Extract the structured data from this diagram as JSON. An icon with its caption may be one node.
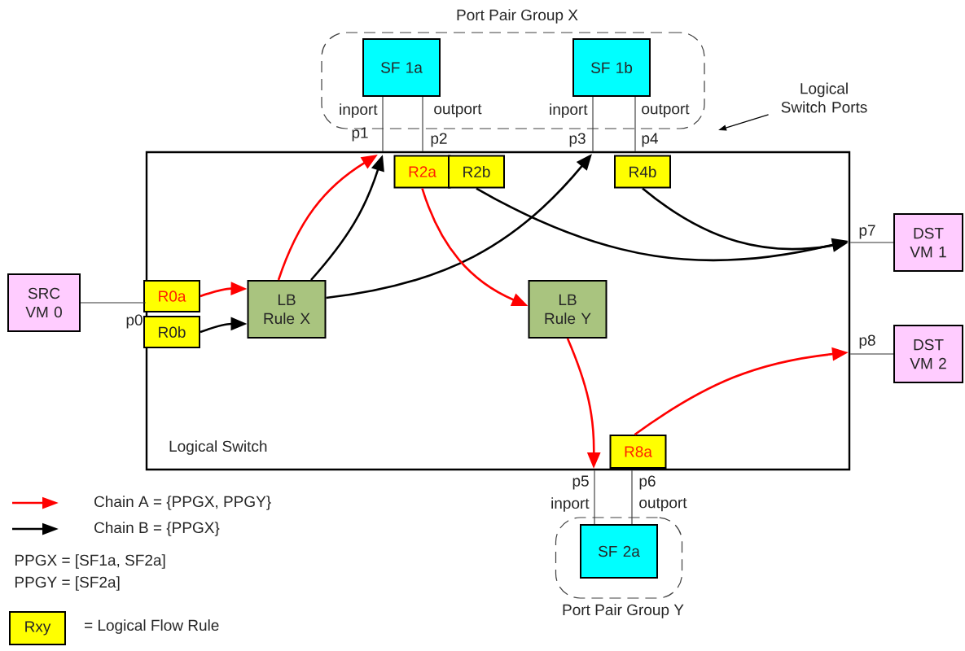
{
  "diagram": {
    "nodes": [
      {
        "text": [
          "Logical Switch"
        ]
      },
      {
        "text": [
          "Port Pair Group X"
        ]
      },
      {
        "text": [
          "SF 1a"
        ],
        "in": 1
      },
      {
        "text": [
          "SF 1b"
        ],
        "in": 1
      },
      {
        "text": [
          "Port Pair Group Y"
        ]
      },
      {
        "text": [
          "SF 2a"
        ],
        "in": 4
      },
      {
        "text": [
          "SRC VM 0"
        ]
      },
      {
        "text": [
          "DST VM 1"
        ]
      },
      {
        "text": [
          "DST VM 2"
        ]
      },
      {
        "text": [
          "R0a"
        ],
        "in": 0
      },
      {
        "text": [
          "R0b"
        ],
        "in": 0
      },
      {
        "text": [
          "LB Rule X"
        ],
        "in": 0
      },
      {
        "text": [
          "R2a"
        ],
        "in": 0
      },
      {
        "text": [
          "R2b"
        ],
        "in": 0
      },
      {
        "text": [
          "LB Rule Y"
        ],
        "in": 0
      },
      {
        "text": [
          "R4b"
        ],
        "in": 0
      },
      {
        "text": [
          "R8a"
        ],
        "in": 0
      },
      {
        "text": [
          "Logical Switch Ports"
        ]
      },
      {
        "text": [
          "Rxy"
        ],
        "beside": [
          "= Logical Flow Rule"
        ]
      }
    ],
    "edges": [
      {
        "from": 6,
        "to": 0,
        "arrow": "none"
      },
      {
        "from": 2,
        "to": 0,
        "arrow": "none"
      },
      {
        "from": 2,
        "to": 0,
        "arrow": "none"
      },
      {
        "from": 3,
        "to": 0,
        "arrow": "none"
      },
      {
        "from": 3,
        "to": 0,
        "arrow": "none"
      },
      {
        "from": 5,
        "to": 0,
        "arrow": "none"
      },
      {
        "from": 5,
        "to": 0,
        "arrow": "none"
      },
      {
        "from": 0,
        "to": 7,
        "arrow": "none"
      },
      {
        "from": 0,
        "to": 8,
        "arrow": "none"
      },
      {
        "from": 9,
        "to": 11,
        "arrow": "to",
        "color": "#ff0000"
      },
      {
        "from": 10,
        "to": 11,
        "arrow": "to"
      },
      {
        "from": 11,
        "to": null,
        "arrow": "to",
        "color": "#ff0000"
      },
      {
        "from": 11,
        "to": null,
        "arrow": "to"
      },
      {
        "from": 11,
        "to": null,
        "arrow": "to"
      },
      {
        "from": 12,
        "to": 14,
        "arrow": "to",
        "color": "#ff0000"
      },
      {
        "from": 13,
        "to": null,
        "arrow": "to"
      },
      {
        "from": 15,
        "to": null,
        "arrow": "to"
      },
      {
        "from": 14,
        "to": null,
        "arrow": "to",
        "color": "#ff0000"
      },
      {
        "from": 16,
        "to": null,
        "arrow": "to",
        "color": "#ff0000"
      },
      {
        "from": 17,
        "to": null,
        "arrow": "to"
      }
    ],
    "labels": [
      "inport",
      "outport",
      "inport",
      "outport",
      "p1",
      "p2",
      "p3",
      "p4",
      "p0",
      "p7",
      "p8",
      "p5",
      "p6",
      "inport",
      "outport",
      "PPGX = [SF1a, SF2a]",
      "PPGY = [SF2a]"
    ],
    "legend": [
      {
        "text": "Chain A = {PPGX, PPGY}"
      },
      {
        "text": "Chain B = {PPGX}"
      }
    ]
  }
}
